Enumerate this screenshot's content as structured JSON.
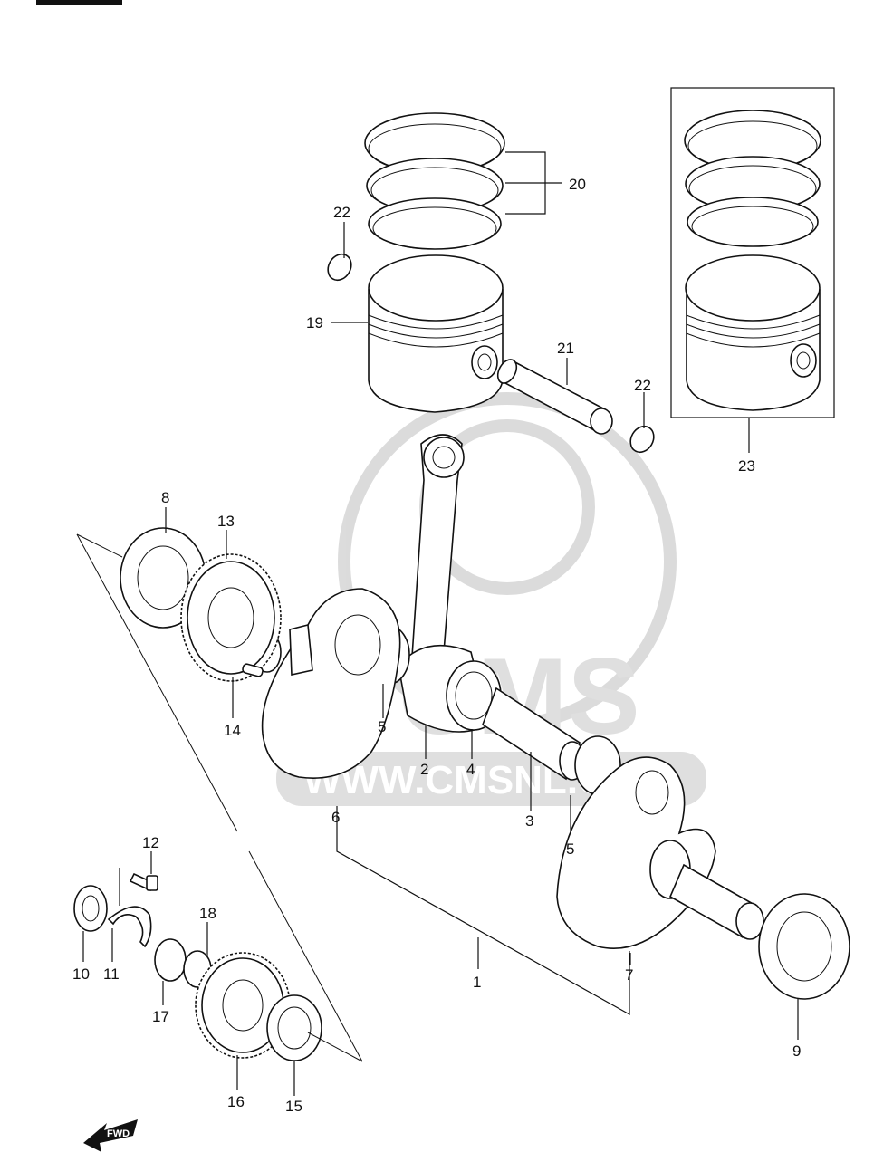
{
  "callouts": {
    "c1": "1",
    "c2": "2",
    "c3": "3",
    "c4": "4",
    "c5a": "5",
    "c5b": "5",
    "c6": "6",
    "c7": "7",
    "c8": "8",
    "c9": "9",
    "c10": "10",
    "c11": "11",
    "c12": "12",
    "c13": "13",
    "c14": "14",
    "c15": "15",
    "c16": "16",
    "c17": "17",
    "c18": "18",
    "c19": "19",
    "c20": "20",
    "c21": "21",
    "c22a": "22",
    "c22b": "22",
    "c23": "23"
  },
  "watermark": {
    "text": "WWW.CMSNL.COM",
    "logo": "CMS"
  },
  "fwd_label": "FWD"
}
